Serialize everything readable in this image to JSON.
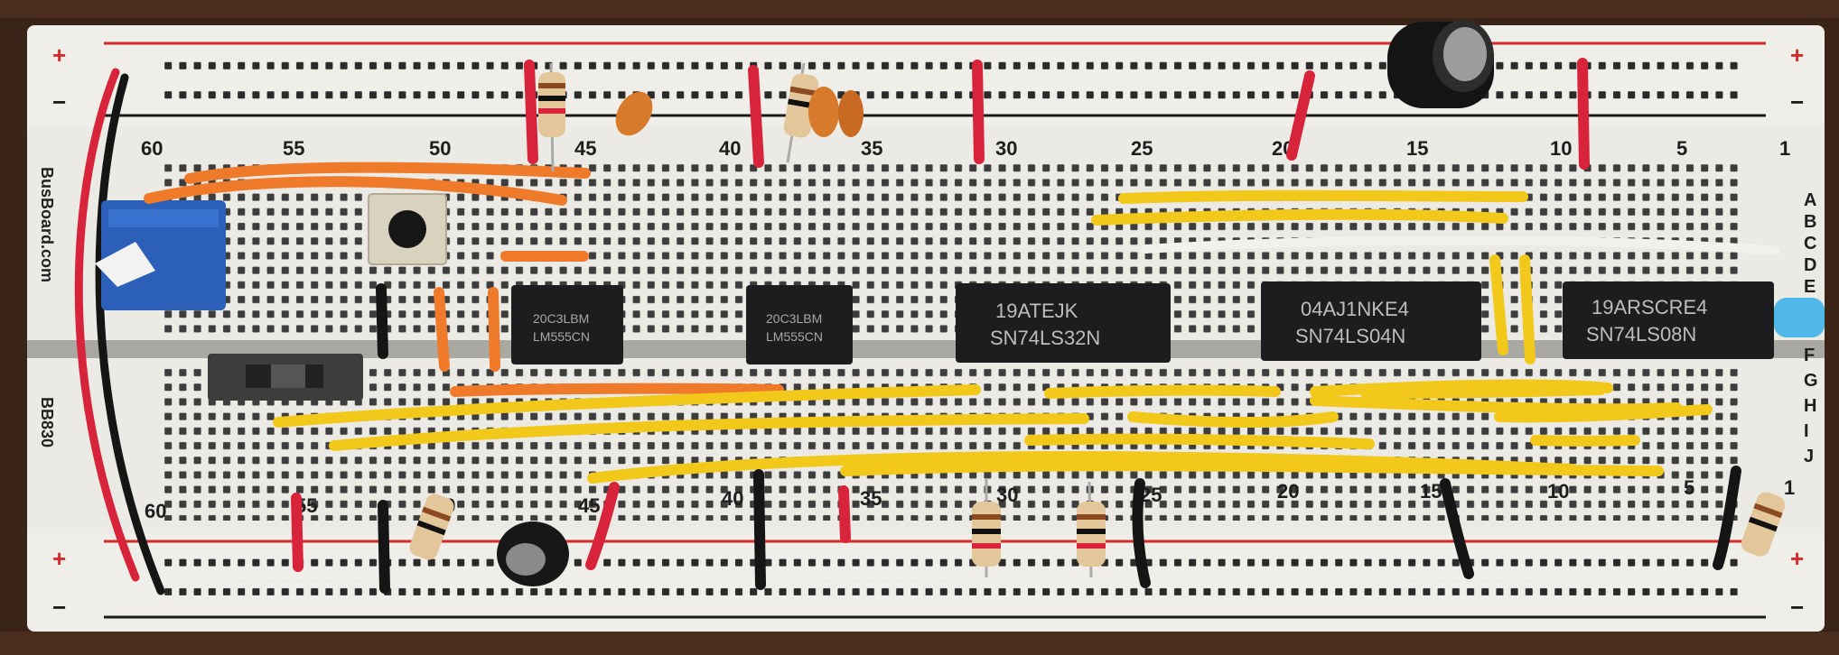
{
  "photo": {
    "board_brand": "BusBoard.com",
    "board_model": "BB830",
    "top_numbers": [
      "60",
      "55",
      "50",
      "45",
      "40",
      "35",
      "30",
      "25",
      "20",
      "15",
      "10",
      "5",
      "1"
    ],
    "bottom_numbers": [
      "60",
      "55",
      "50",
      "45",
      "40",
      "35",
      "30",
      "25",
      "20",
      "15",
      "10",
      "5",
      "1"
    ],
    "rows_top": [
      "A",
      "B",
      "C",
      "D",
      "E"
    ],
    "rows_bottom": [
      "F",
      "G",
      "H",
      "I",
      "J"
    ],
    "rail_plus": "+",
    "rail_minus": "−",
    "chips": [
      {
        "line1": "20C3LBM",
        "line2": "LM555CN"
      },
      {
        "line1": "20C3LBM",
        "line2": "LM555CN"
      },
      {
        "line1": "19ATEJK",
        "line2": "SN74LS32N"
      },
      {
        "line1": "04AJ1NKE4",
        "line2": "SN74LS04N"
      },
      {
        "line1": "19ARSCRE4",
        "line2": "SN74LS08N"
      }
    ]
  },
  "colors": {
    "background": "#3a2418",
    "board": "#ecebe6",
    "rail_red": "#d62b2b",
    "rail_black": "#1a1a1a",
    "wire_yellow": "#f2c81a",
    "wire_orange": "#ee7a2a",
    "wire_red": "#d8243a",
    "chip": "#1d1d1f",
    "led": "#4fb8e8"
  }
}
